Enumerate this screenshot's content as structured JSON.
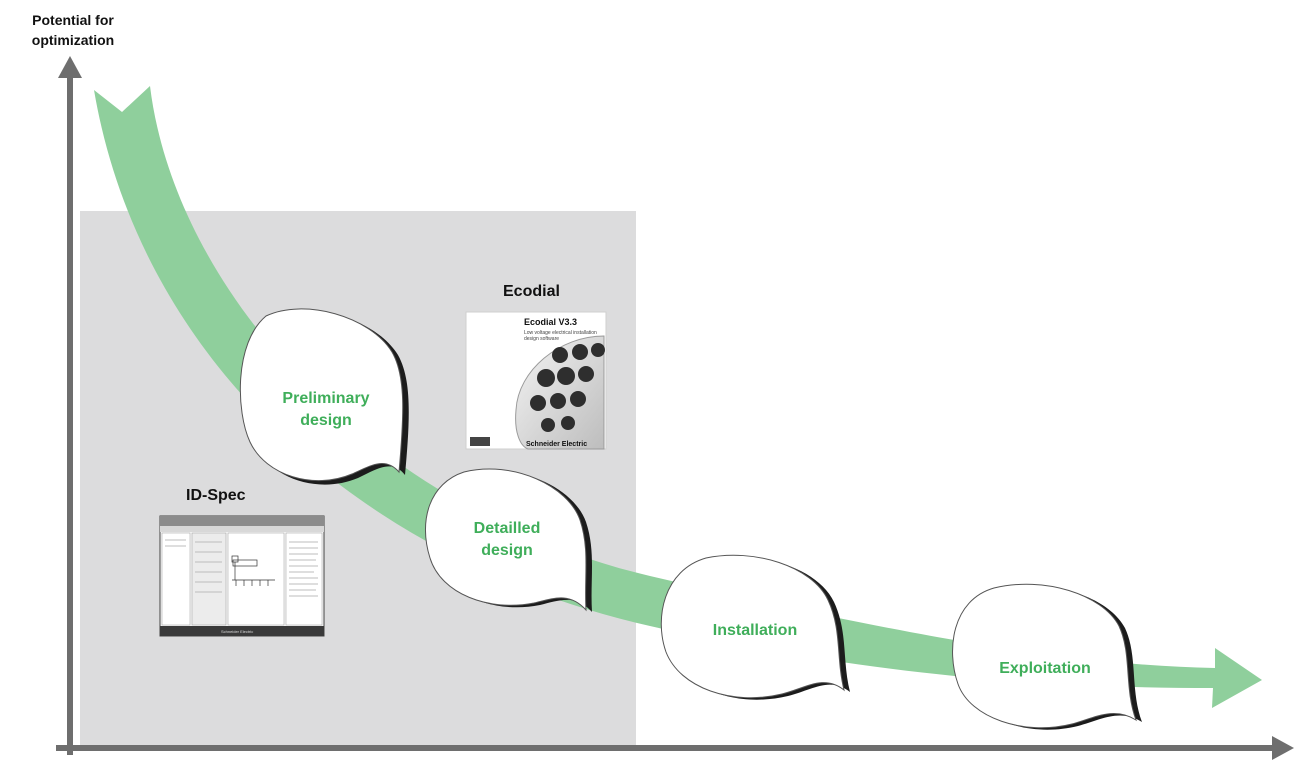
{
  "y_axis": {
    "title": "Potential for\noptimization"
  },
  "tools": [
    {
      "name": "Ecodial",
      "box_title": "Ecodial V3.3",
      "box_subtitle": "Low voltage electrical installation design software",
      "brand": "Schneider Electric"
    },
    {
      "name": "ID-Spec",
      "footer_brand": "Schneider Electric"
    }
  ],
  "phases": [
    {
      "label": "Preliminary\ndesign"
    },
    {
      "label": "Detailled\ndesign"
    },
    {
      "label": "Installation"
    },
    {
      "label": "Exploitation"
    }
  ],
  "colors": {
    "arrow_green": "#8fcf9c",
    "phase_text": "#3fae5a",
    "axis": "#6e6e6e",
    "panel": "#dcdcdd"
  }
}
